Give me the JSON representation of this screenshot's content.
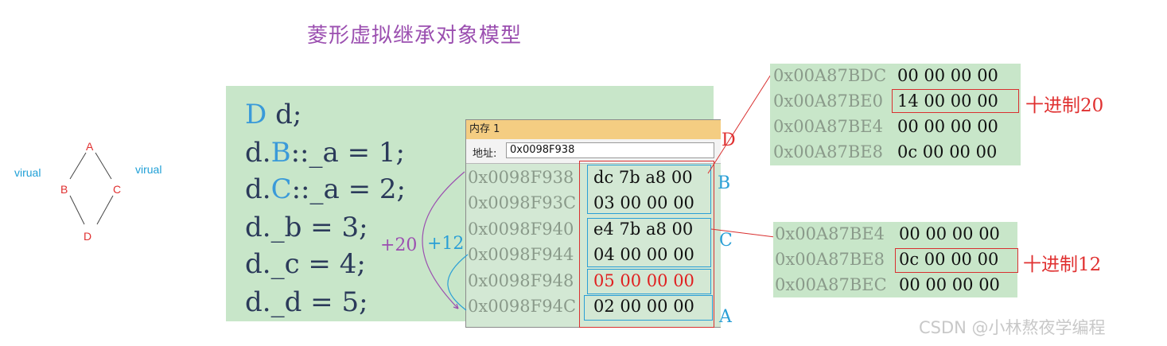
{
  "title": "菱形虚拟继承对象模型",
  "diamond": {
    "nodes": [
      "A",
      "B",
      "C",
      "D"
    ],
    "left_label": "virual",
    "right_label": "virual"
  },
  "code": {
    "lines": [
      {
        "pre": "D",
        "cls": "",
        "post": " d;"
      },
      {
        "pre": "d.",
        "cls": "B",
        "post": "::_a = 1;"
      },
      {
        "pre": "d.",
        "cls": "C",
        "post": "::_a = 2;"
      },
      {
        "pre": "d._b = 3;",
        "cls": "",
        "post": ""
      },
      {
        "pre": "d._c = 4;",
        "cls": "",
        "post": ""
      },
      {
        "pre": "d._d = 5;",
        "cls": "",
        "post": ""
      }
    ]
  },
  "memory_window": {
    "title": "内存 1",
    "address_label": "地址:",
    "address_value": "0x0098F938",
    "rows": [
      {
        "addr": "0x0098F938",
        "bytes": "dc 7b a8 00"
      },
      {
        "addr": "0x0098F93C",
        "bytes": "03 00 00 00"
      },
      {
        "addr": "0x0098F940",
        "bytes": "e4 7b a8 00"
      },
      {
        "addr": "0x0098F944",
        "bytes": "04 00 00 00"
      },
      {
        "addr": "0x0098F948",
        "bytes": "05 00 00 00"
      },
      {
        "addr": "0x0098F94C",
        "bytes": "02 00 00 00"
      }
    ]
  },
  "region_labels": {
    "B": "B",
    "C": "C",
    "A": "A",
    "D": "D"
  },
  "offsets": {
    "plus20": "+20",
    "plus12": "+12"
  },
  "vbtable_B": {
    "rows": [
      {
        "addr": "0x00A87BDC",
        "bytes": "00 00 00 00"
      },
      {
        "addr": "0x00A87BE0",
        "bytes": "14 00 00 00"
      },
      {
        "addr": "0x00A87BE4",
        "bytes": "00 00 00 00"
      },
      {
        "addr": "0x00A87BE8",
        "bytes": "0c 00 00 00"
      }
    ],
    "decimal_label": "十进制20"
  },
  "vbtable_C": {
    "rows": [
      {
        "addr": "0x00A87BE4",
        "bytes": "00 00 00 00"
      },
      {
        "addr": "0x00A87BE8",
        "bytes": "0c 00 00 00"
      },
      {
        "addr": "0x00A87BEC",
        "bytes": "00 00 00 00"
      }
    ],
    "decimal_label": "十进制12"
  },
  "watermark": "CSDN @小林熬夜学编程",
  "colors": {
    "title": "#9b4fb0",
    "panel_bg": "#c8e6c9",
    "titlebar": "#f4cd82",
    "highlight_red": "#e02020",
    "highlight_blue": "#2a9fd6"
  }
}
